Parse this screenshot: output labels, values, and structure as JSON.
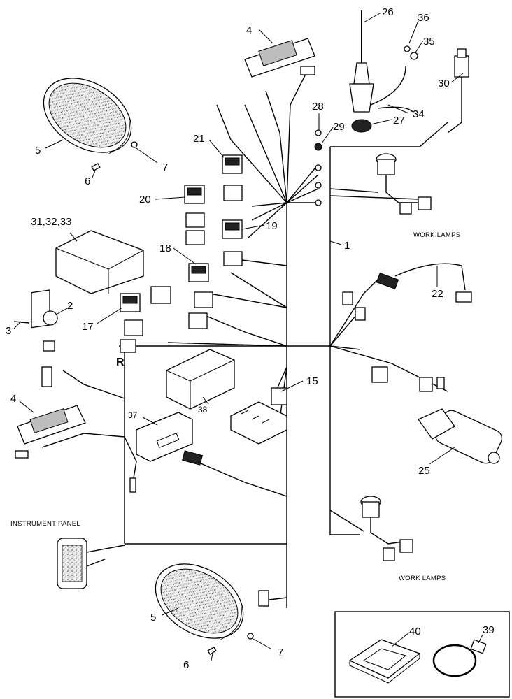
{
  "callouts": {
    "c1": "1",
    "c2": "2",
    "c3": "3",
    "c4a": "4",
    "c4b": "4",
    "c5a": "5",
    "c5b": "5",
    "c6a": "6",
    "c6b": "6",
    "c7a": "7",
    "c7b": "7",
    "c15": "15",
    "c17": "17",
    "c18": "18",
    "c19": "19",
    "c20": "20",
    "c21": "21",
    "c22": "22",
    "c25": "25",
    "c26": "26",
    "c27": "27",
    "c28": "28",
    "c29": "29",
    "c30": "30",
    "c313233": "31,32,33",
    "c34": "34",
    "c35": "35",
    "c36": "36",
    "c37": "37",
    "c38": "38",
    "c39": "39",
    "c40": "40",
    "cR": "R"
  },
  "labels": {
    "work_lamps_top": "WORK LAMPS",
    "work_lamps_bottom": "WORK LAMPS",
    "instrument_panel": "INSTRUMENT PANEL"
  },
  "colors": {
    "line": "#000000",
    "background": "#ffffff",
    "speaker_fill": "#e6e6e6"
  }
}
